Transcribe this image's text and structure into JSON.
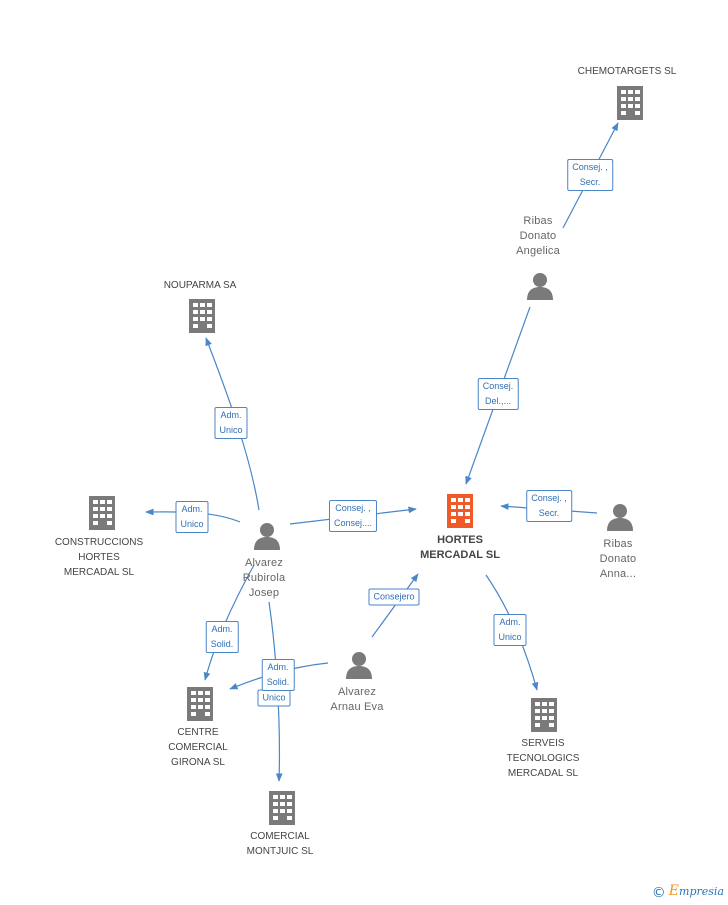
{
  "nodes": {
    "hortes": [
      "HORTES",
      "MERCADAL SL"
    ],
    "chemotargets": [
      "CHEMOTARGETS SL"
    ],
    "nouparma": [
      "NOUPARMA SA"
    ],
    "construccions": [
      "CONSTRUCCIONS",
      "HORTES",
      "MERCADAL SL"
    ],
    "centre": [
      "CENTRE",
      "COMERCIAL",
      "GIRONA SL"
    ],
    "comercial": [
      "COMERCIAL",
      "MONTJUIC SL"
    ],
    "serveis": [
      "SERVEIS",
      "TECNOLOGICS",
      "MERCADAL SL"
    ],
    "ribas_angelica": [
      "Ribas",
      "Donato",
      "Angelica"
    ],
    "ribas_anna": [
      "Ribas",
      "Donato",
      "Anna..."
    ],
    "alvarez_josep": [
      "Alvarez",
      "Rubirola",
      "Josep"
    ],
    "alvarez_eva": [
      "Alvarez",
      "Arnau Eva"
    ]
  },
  "edges": {
    "angelica_chemo": [
      "Consej. ,",
      "Secr."
    ],
    "angelica_hortes": [
      "Consej.",
      "Del.,..."
    ],
    "anna_hortes": [
      "Consej. ,",
      "Secr."
    ],
    "josep_hortes": [
      "Consej. ,",
      "Consej...."
    ],
    "josep_nouparma": [
      "Adm.",
      "Unico"
    ],
    "josep_construccions": [
      "Adm.",
      "Unico"
    ],
    "josep_centre": [
      "Adm.",
      "Solid."
    ],
    "josep_comercial": [
      "Adm.",
      "Solid."
    ],
    "eva_centre": [
      "Unico"
    ],
    "eva_hortes": [
      "Consejero"
    ],
    "hortes_serveis": [
      "Adm.",
      "Unico"
    ]
  },
  "brand": {
    "symbol": "©",
    "first_letter": "E",
    "rest": "mpresia"
  },
  "colors": {
    "edge": "#4a86c8",
    "main_node": "#f05a28",
    "node": "#7a7a7a"
  }
}
